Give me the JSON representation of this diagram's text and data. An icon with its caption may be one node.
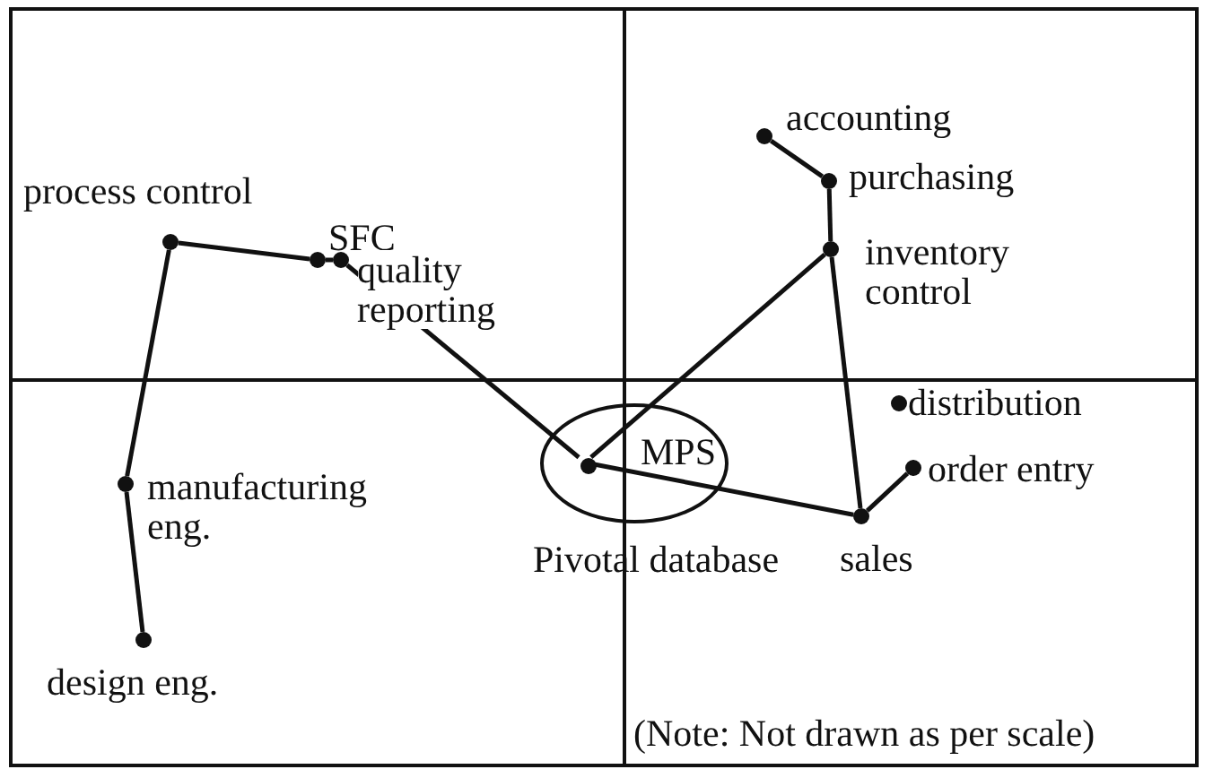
{
  "diagram": {
    "nodes": [
      {
        "text": [
          "accounting"
        ]
      },
      {
        "text": [
          "process control"
        ]
      },
      {
        "text": [
          "SFC"
        ]
      },
      {
        "text": [
          "quality reporting"
        ]
      },
      {
        "text": [
          "purchasing"
        ]
      },
      {
        "text": [
          "inventory control"
        ]
      },
      {
        "text": [
          "MPS"
        ],
        "beside": [
          "Pivotal database"
        ]
      },
      {
        "text": [],
        "shape": "circle",
        "in": 6
      },
      {
        "text": [
          "distribution"
        ]
      },
      {
        "text": [
          "manufacturing eng."
        ]
      },
      {
        "text": [
          "order entry"
        ]
      },
      {
        "text": [
          "sales"
        ]
      },
      {
        "text": [
          "design eng."
        ]
      }
    ],
    "edges": [
      {
        "from": 0,
        "to": 4,
        "arrow": "none"
      },
      {
        "from": 4,
        "to": 5,
        "arrow": "none"
      },
      {
        "from": 5,
        "to": 11,
        "arrow": "none"
      },
      {
        "from": 7,
        "to": 5,
        "arrow": "none"
      },
      {
        "from": 1,
        "to": 2,
        "arrow": "none"
      },
      {
        "from": 2,
        "to": 3,
        "arrow": "none"
      },
      {
        "from": 3,
        "to": 7,
        "arrow": "none"
      },
      {
        "from": 7,
        "to": 11,
        "arrow": "none"
      },
      {
        "from": 11,
        "to": 10,
        "arrow": "none"
      },
      {
        "from": 9,
        "to": 1,
        "arrow": "none"
      },
      {
        "from": 12,
        "to": 9,
        "arrow": "none"
      }
    ],
    "labels": [
      "(Note: Not drawn as per scale)"
    ]
  }
}
